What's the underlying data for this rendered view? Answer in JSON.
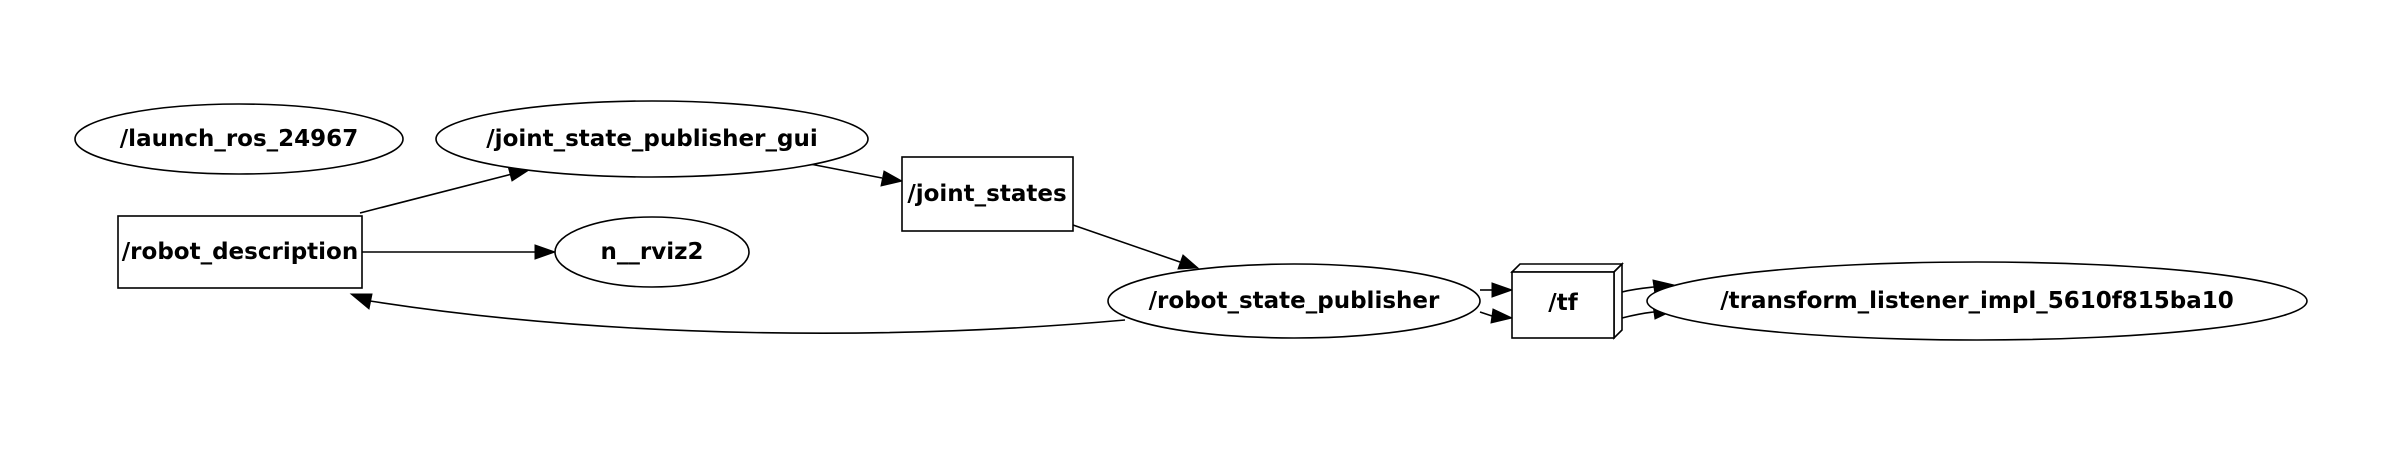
{
  "graph": {
    "nodes": {
      "launch_ros": {
        "label": "/launch_ros_24967",
        "shape": "ellipse"
      },
      "joint_state_publisher_gui": {
        "label": "/joint_state_publisher_gui",
        "shape": "ellipse"
      },
      "robot_description": {
        "label": "/robot_description",
        "shape": "box"
      },
      "rviz2": {
        "label": "n__rviz2",
        "shape": "ellipse"
      },
      "joint_states": {
        "label": "/joint_states",
        "shape": "box"
      },
      "robot_state_publisher": {
        "label": "/robot_state_publisher",
        "shape": "ellipse"
      },
      "tf": {
        "label": "/tf",
        "shape": "box3d"
      },
      "transform_listener": {
        "label": "/transform_listener_impl_5610f815ba10",
        "shape": "ellipse"
      }
    },
    "edges": [
      {
        "from": "robot_description",
        "to": "joint_state_publisher_gui"
      },
      {
        "from": "robot_description",
        "to": "rviz2"
      },
      {
        "from": "joint_state_publisher_gui",
        "to": "joint_states"
      },
      {
        "from": "joint_states",
        "to": "robot_state_publisher"
      },
      {
        "from": "robot_state_publisher",
        "to": "robot_description"
      },
      {
        "from": "robot_state_publisher",
        "to": "tf"
      },
      {
        "from": "robot_state_publisher",
        "to": "tf"
      },
      {
        "from": "tf",
        "to": "transform_listener"
      },
      {
        "from": "tf",
        "to": "transform_listener"
      }
    ]
  }
}
